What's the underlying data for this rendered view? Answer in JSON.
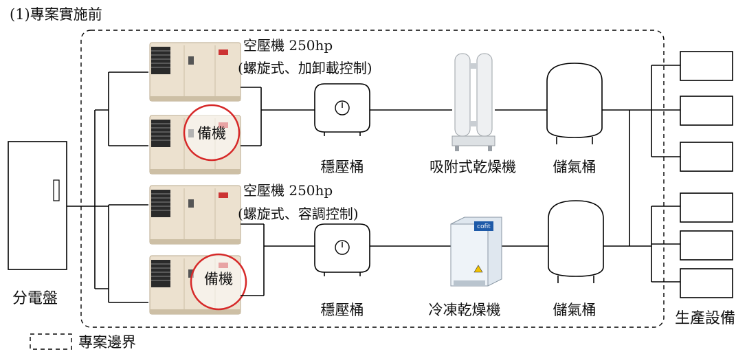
{
  "title": "(1)專案實施前",
  "panel": {
    "label": "分電盤"
  },
  "compressor_1": {
    "line1": "空壓機 250hp",
    "line2": "(螺旋式、加卸載控制)"
  },
  "compressor_2": {
    "line1": "空壓機 250hp",
    "line2": "(螺旋式、容調控制)"
  },
  "standby_label": "備機",
  "surge_tank": "穩壓桶",
  "adsorption_dryer": "吸附式乾燥機",
  "refrigerated_dryer": "冷凍乾燥機",
  "refrigerated_dryer_brand": "cofit",
  "air_receiver": "儲氣桶",
  "production_equipment": "生產設備",
  "legend": {
    "boundary": "專案邊界"
  },
  "colors": {
    "standby_ring": "#d62828",
    "compressor_body": "#e9dcc8",
    "line": "#000000"
  }
}
